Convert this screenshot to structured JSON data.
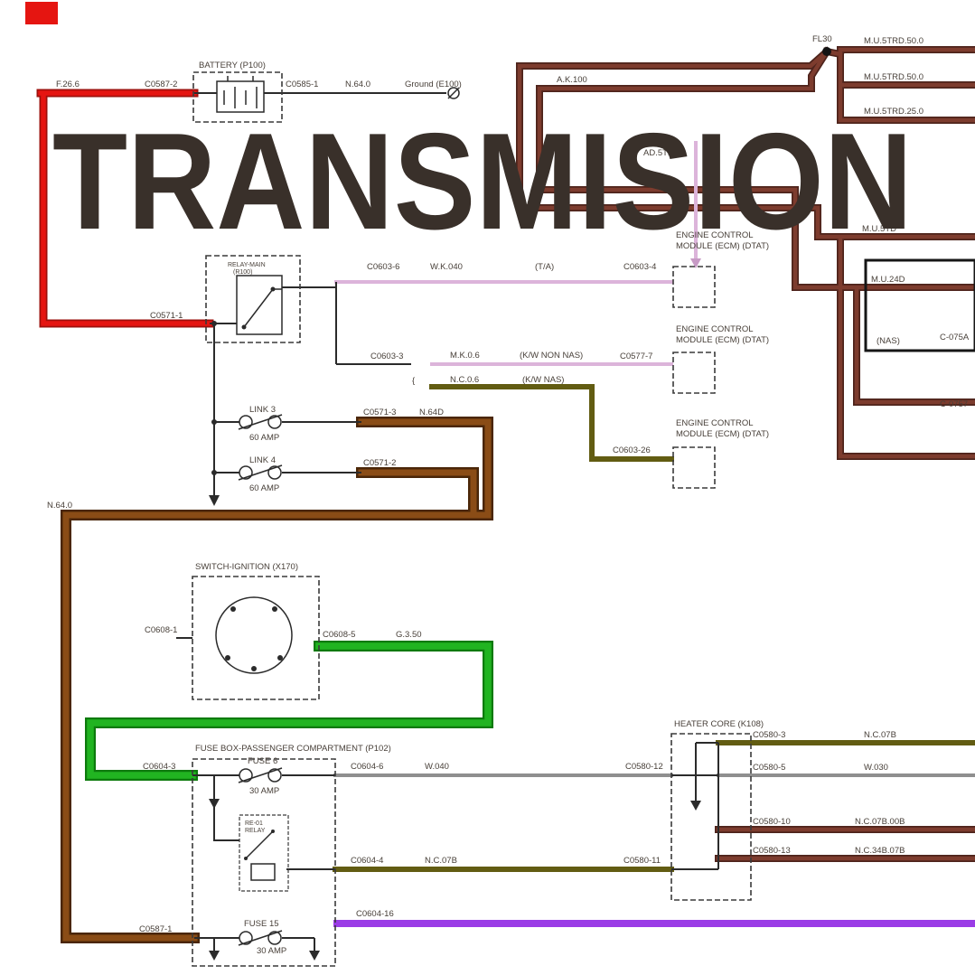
{
  "overlay": {
    "title": "TRANSMISION"
  },
  "battery": {
    "title": "BATTERY (P100)",
    "wire_in": "F.26.6",
    "conn_in": "C0587-2",
    "conn_out": "C0585-1",
    "wire_out": "N.64.0",
    "ground": "Ground (E100)"
  },
  "top_right": {
    "wire_a": "A.K.100",
    "junction": "FL30",
    "edge_labels": [
      "M.U.5TRD.50.0",
      "M.U.5TRD.50.0",
      "M.U.5TRD.25.0"
    ],
    "mid1": "M.U.5TD",
    "mid2": "M.U.24D",
    "nas": "(NAS)",
    "cut1": "C-075A",
    "cut2": "C-0757"
  },
  "relay_box": {
    "title_l1": "RELAY-MAIN",
    "title_l2": "(R100)",
    "conn_in": "C0571-1"
  },
  "ecm": {
    "title_l1": "ENGINE CONTROL",
    "title_l2": "MODULE (ECM) (DTAT)"
  },
  "row1": {
    "conn_a": "C0603-6",
    "wire": "W.K.040",
    "note": "(T/A)",
    "conn_b": "C0603-4",
    "drop": "AD.5TD"
  },
  "row2": {
    "conn_a": "C0603-3",
    "wire_top": "M.K.0.6",
    "note_top": "(K/W NON NAS)",
    "conn_top": "C0577-7",
    "wire_bot": "N.C.0.6",
    "note_bot": "(K/W NAS)",
    "conn_bot": "C0603-26"
  },
  "links": {
    "link3_l1": "LINK 3",
    "link3_l2": "60 AMP",
    "conn3": "C0571-3",
    "wire3": "N.64D",
    "link4_l1": "LINK 4",
    "link4_l2": "60 AMP",
    "conn4": "C0571-2",
    "wire_left": "N.64.0"
  },
  "ignition": {
    "title": "SWITCH-IGNITION (X170)",
    "conn_l": "C0608-1",
    "conn_r": "C0608-5",
    "wire_r": "G.3.50"
  },
  "fusebox": {
    "title": "FUSE BOX-PASSENGER COMPARTMENT (P102)",
    "conn_green": "C0604-3",
    "fuse6_l1": "FUSE 6",
    "fuse6_l2": "30 AMP",
    "out1_conn": "C0604-6",
    "out1_wire": "W.040",
    "relay_l1": "RE-01",
    "relay_l2": "RELAY",
    "out2_conn": "C0604-4",
    "out2_wire": "N.C.07B",
    "conn_brown": "C0587-1",
    "fuse15_l1": "FUSE 15",
    "fuse15_l2": "30 AMP",
    "out3_conn": "C0604-16"
  },
  "heater": {
    "title": "HEATER CORE (K108)",
    "in1": "C0580-12",
    "in2": "C0580-11",
    "out": [
      {
        "conn": "C0580-3",
        "wire": "N.C.07B"
      },
      {
        "conn": "C0580-5",
        "wire": "W.030"
      },
      {
        "conn": "C0580-10",
        "wire": "N.C.07B.00B"
      },
      {
        "conn": "C0580-13",
        "wire": "N.C.34B.07B"
      }
    ]
  }
}
